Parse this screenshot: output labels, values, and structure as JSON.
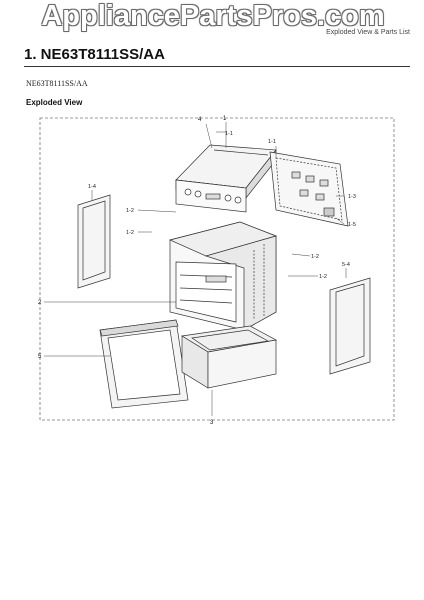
{
  "watermark": "AppliancePartsPros.com",
  "header_right": "Exploded View & Parts List",
  "title": "1.  NE63T8111SS/AA",
  "model_line": "NE63T8111SS/AA",
  "section": "Exploded View",
  "callouts": {
    "c1": "1",
    "c4": "4",
    "c1_1a": "1-1",
    "c1_1b": "1-1",
    "c1_3": "1-3",
    "c1_5": "1-5",
    "c1_4": "1-4",
    "c1_2a": "1-2",
    "c1_2b": "1-2",
    "c1_2c": "1-2",
    "c1_2d": "1-2",
    "c2": "2",
    "c5": "5",
    "c3": "3",
    "c5_4": "5-4"
  }
}
